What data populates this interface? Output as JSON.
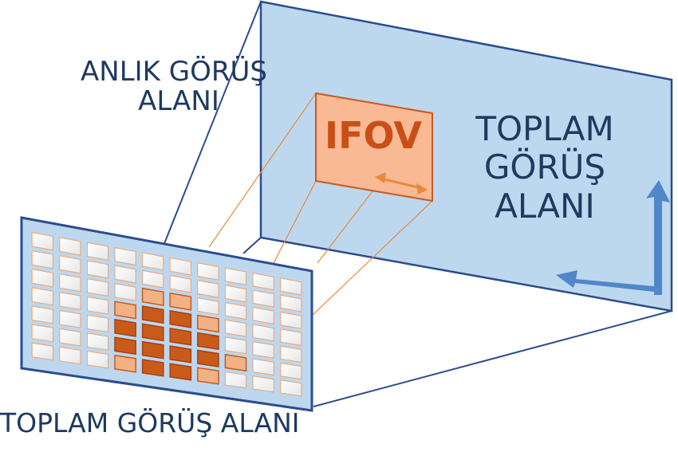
{
  "labels": {
    "instantaneous_fov_line1": "ANLIK GÖRÜŞ",
    "instantaneous_fov_line2": "ALANI",
    "ifov": "IFOV",
    "total_fov_right_line1": "TOPLAM",
    "total_fov_right_line2": "GÖRÜŞ",
    "total_fov_right_line3": "ALANI",
    "total_fov_bottom": "TOPLAM GÖRÜŞ ALANI"
  },
  "colors": {
    "text_dark": "#1d3a5f",
    "outline_blue": "#2b4c8c",
    "plane_fill": "#bdd7ee",
    "ifov_fill": "#f8b994",
    "ifov_text": "#c94f16",
    "arrow_orange": "#e88a3a",
    "arrow_blue": "#4f87c9",
    "pixel_dark": "#c95a1a",
    "pixel_light": "#f4b183"
  },
  "detector": {
    "rows": 7,
    "cols": 10
  }
}
